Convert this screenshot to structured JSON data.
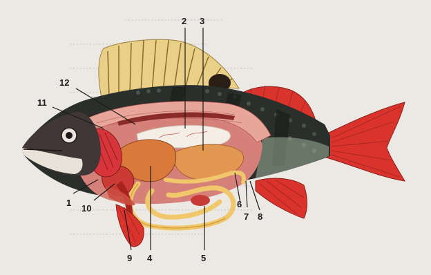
{
  "labels": {
    "l1": "1",
    "l2": "2",
    "l3": "3",
    "l4": "4",
    "l5": "5",
    "l6": "6",
    "l7": "7",
    "l8": "8",
    "l9": "9",
    "l10": "10",
    "l11": "11",
    "l12": "12"
  },
  "colors": {
    "background": "#ece9e4",
    "body_dark": "#2a2f2b",
    "belly": "#e7e3d9",
    "fin_red": "#d9332b",
    "dorsal_fin": "#e9cf87",
    "intestine": "#f1c76b",
    "liver": "#d9793a",
    "swim_bladder": "#f4eee6"
  }
}
